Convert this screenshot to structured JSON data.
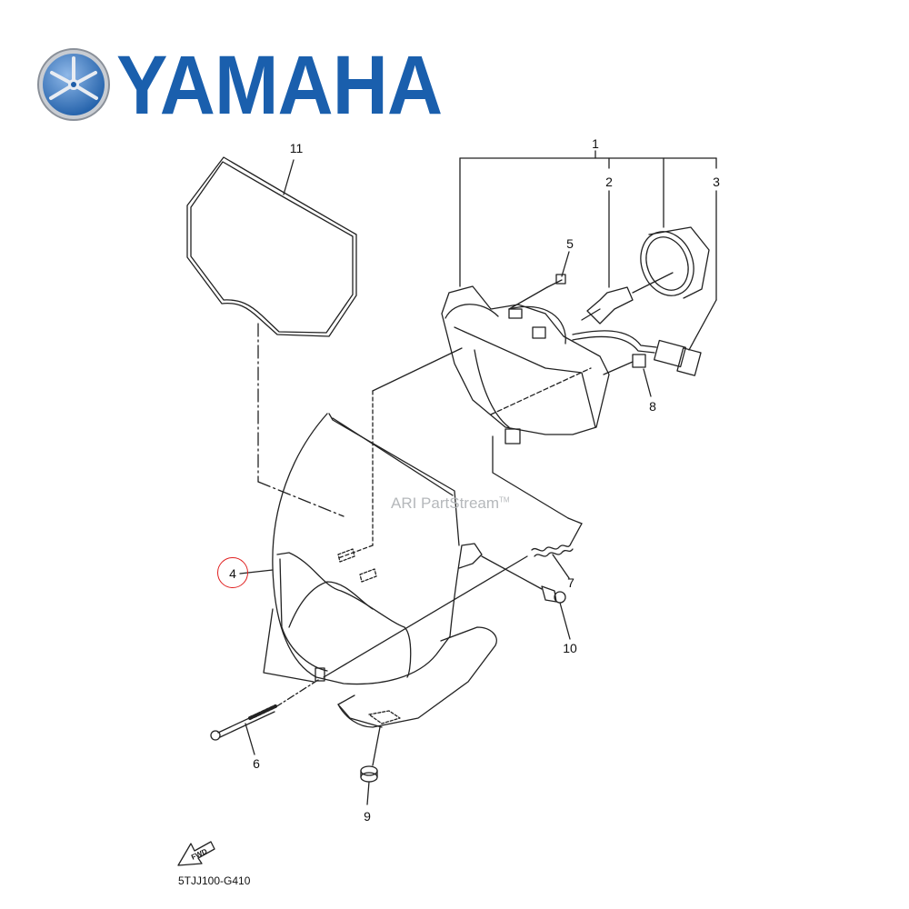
{
  "brand": {
    "name": "YAMAHA",
    "color": "#1a5fad",
    "emblem": "tuning-fork-emblem"
  },
  "diagram": {
    "watermark": "ARI PartStream",
    "watermark_tm": "TM",
    "code": "5TJJ100-G410",
    "fwd_label": "FWD",
    "highlight_color": "#e02020",
    "highlighted_part": "4"
  },
  "callouts": [
    {
      "id": "1",
      "label": "1",
      "part": "headlight-assembly"
    },
    {
      "id": "2",
      "label": "2",
      "part": "bulb"
    },
    {
      "id": "3",
      "label": "3",
      "part": "socket-cord"
    },
    {
      "id": "4",
      "label": "4",
      "part": "headlight-cover"
    },
    {
      "id": "5",
      "label": "5",
      "part": "screw"
    },
    {
      "id": "6",
      "label": "6",
      "part": "long-bolt"
    },
    {
      "id": "7",
      "label": "7",
      "part": "spring"
    },
    {
      "id": "8",
      "label": "8",
      "part": "nut"
    },
    {
      "id": "9",
      "label": "9",
      "part": "grommet"
    },
    {
      "id": "10",
      "label": "10",
      "part": "bolt"
    },
    {
      "id": "11",
      "label": "11",
      "part": "gasket-seal"
    }
  ]
}
